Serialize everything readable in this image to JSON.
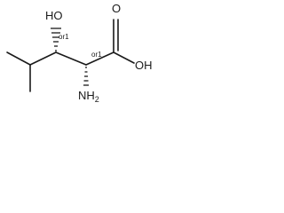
{
  "molecule": {
    "atoms": {
      "hydroxyl": "HO",
      "carbonyl_oxygen": "O",
      "acid_hydroxyl": "OH",
      "amine": "NH",
      "amine_subscript": "2"
    },
    "stereo_labels": {
      "c3": "or1",
      "c2": "or1"
    }
  }
}
